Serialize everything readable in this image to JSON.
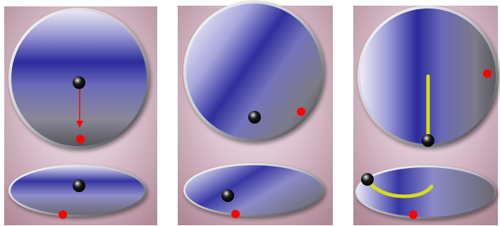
{
  "figure": {
    "panels": [
      {
        "id": "panel-1",
        "disc_gradient": "horizontal-band",
        "ball": "center",
        "marker": "below-center",
        "arrow": true
      },
      {
        "id": "panel-2",
        "disc_gradient": "diagonal-band",
        "ball": "off-center",
        "marker": "right",
        "arrow": false
      },
      {
        "id": "panel-3",
        "disc_gradient": "vertical-band",
        "ball": "bottom",
        "marker": "right-edge",
        "trail": true
      }
    ],
    "colors": {
      "panel_background": "#b58e9c",
      "panel_glow": "#f3e7ee",
      "disc_band": "#2e2e9e",
      "disc_light": "#eceaf4",
      "disc_dark": "#5e5d66",
      "ball": "#000000",
      "marker": "#ff0000",
      "arrow": "#ff0000",
      "trail": "#d6dd1a"
    }
  }
}
